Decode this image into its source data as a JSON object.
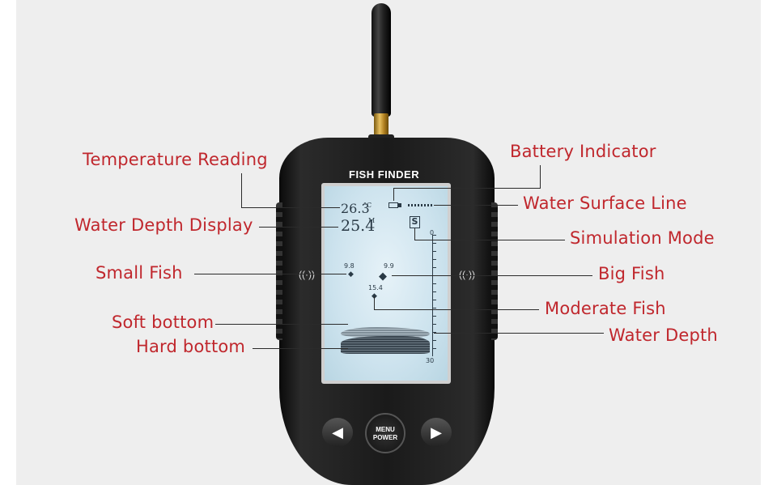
{
  "device": {
    "brand_label": "FISH FINDER",
    "menu_button_line1": "MENU",
    "menu_button_line2": "POWER",
    "left_arrow": "◀",
    "right_arrow": "▶"
  },
  "screen": {
    "temperature": "26.3",
    "temperature_unit": "°C",
    "depth": "25.4",
    "depth_unit": "M",
    "simulation_mode_badge": "S",
    "scale_top": "0",
    "scale_bottom": "30",
    "small_fish_depth": "9.8",
    "big_fish_depth": "9.9",
    "moderate_fish_depth": "15.4"
  },
  "labels": {
    "temperature_reading": "Temperature Reading",
    "water_depth_display": "Water Depth Display",
    "small_fish": "Small Fish",
    "soft_bottom": "Soft bottom",
    "hard_bottom": "Hard bottom",
    "battery_indicator": "Battery Indicator",
    "water_surface_line": "Water Surface Line",
    "simulation_mode": "Simulation Mode",
    "big_fish": "Big Fish",
    "moderate_fish": "Moderate Fish",
    "water_depth": "Water Depth"
  },
  "colors": {
    "label_color": "#c0272d",
    "device_body": "#1a1a1a",
    "lcd_background": "#cde3ee"
  }
}
